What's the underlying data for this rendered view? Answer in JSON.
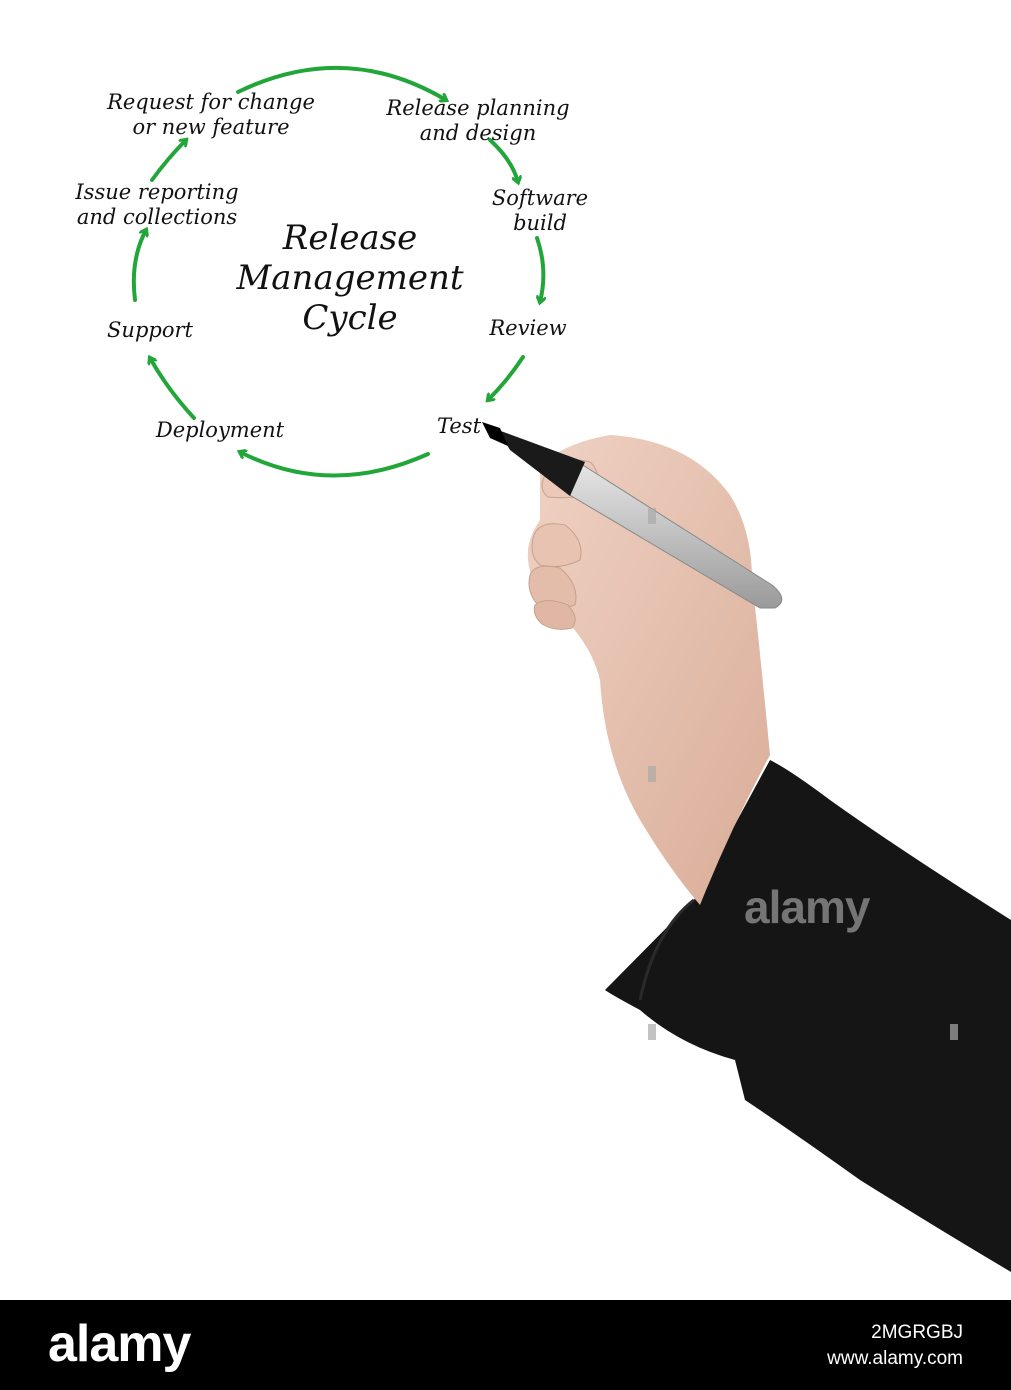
{
  "diagram": {
    "title_lines": [
      "Release",
      "Management",
      "Cycle"
    ],
    "steps": [
      "Request for change\nor new feature",
      "Release planning\nand design",
      "Software\nbuild",
      "Review",
      "Test",
      "Deployment",
      "Support",
      "Issue reporting\nand collections"
    ],
    "arrow_color": "#22a63a",
    "text_color": "#111111"
  },
  "watermark": {
    "brand": "alamy"
  },
  "footer": {
    "brand": "alamy",
    "image_id": "2MGRGBJ",
    "site": "www.alamy.com"
  }
}
